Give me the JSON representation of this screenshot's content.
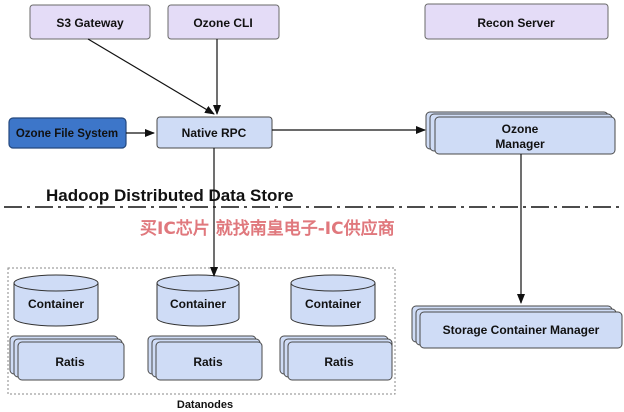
{
  "colors": {
    "lavender_box": "#e4dcf7",
    "blue_box": "#cfdcf6",
    "dark_blue_box": "#3d76c9",
    "watermark": "#e0787d"
  },
  "labels": {
    "s3_gateway": "S3 Gateway",
    "ozone_cli": "Ozone CLI",
    "recon_server": "Recon Server",
    "ozone_file_system": "Ozone File System",
    "native_rpc": "Native RPC",
    "ozone_manager_line1": "Ozone",
    "ozone_manager_line2": "Manager",
    "hdds_title": "Hadoop Distributed Data Store",
    "container": "Container",
    "ratis": "Ratis",
    "datanodes": "Datanodes",
    "storage_container_manager": "Storage Container Manager"
  },
  "watermark": "买IC芯片 就找南皇电子-IC供应商"
}
